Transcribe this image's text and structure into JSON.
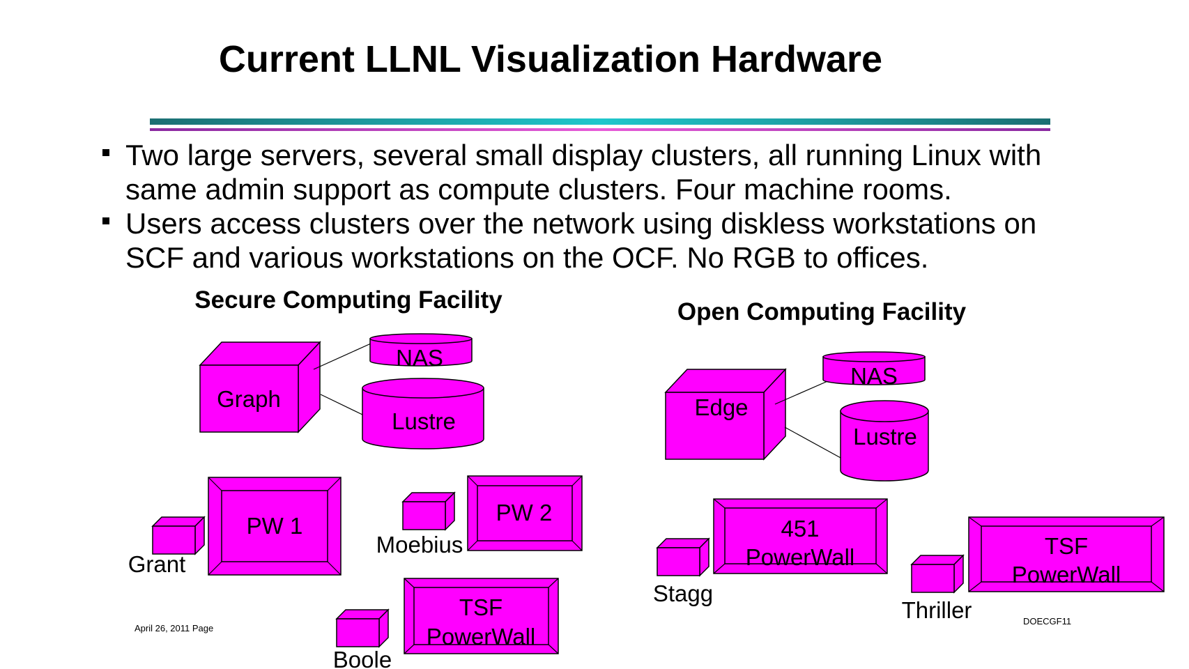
{
  "title": "Current LLNL Visualization Hardware",
  "bullets": [
    "Two large servers, several small display clusters, all running Linux with same admin support as compute clusters. Four machine rooms.",
    "Users access clusters over the network using diskless workstations on SCF and various workstations on the OCF. No RGB to offices."
  ],
  "colors": {
    "shape_fill": "#ff00ff",
    "rule_teal": "#1fc7cc",
    "rule_magenta": "#e85cd8"
  },
  "scf": {
    "heading": "Secure Computing Facility",
    "server": "Graph",
    "nas": "NAS",
    "lustre": "Lustre",
    "pw1": "PW 1",
    "grant": "Grant",
    "pw2": "PW 2",
    "moebius": "Moebius",
    "tsf_line1": "TSF",
    "tsf_line2": "PowerWall",
    "boole": "Boole"
  },
  "ocf": {
    "heading": "Open Computing Facility",
    "server": "Edge",
    "nas": "NAS",
    "lustre": "Lustre",
    "pw451_line1": "451",
    "pw451_line2": "PowerWall",
    "stagg": "Stagg",
    "tsf_line1": "TSF",
    "tsf_line2": "PowerWall",
    "thriller": "Thriller"
  },
  "footer": {
    "left": "April 26, 2011 Page",
    "right": "DOECGF11"
  }
}
